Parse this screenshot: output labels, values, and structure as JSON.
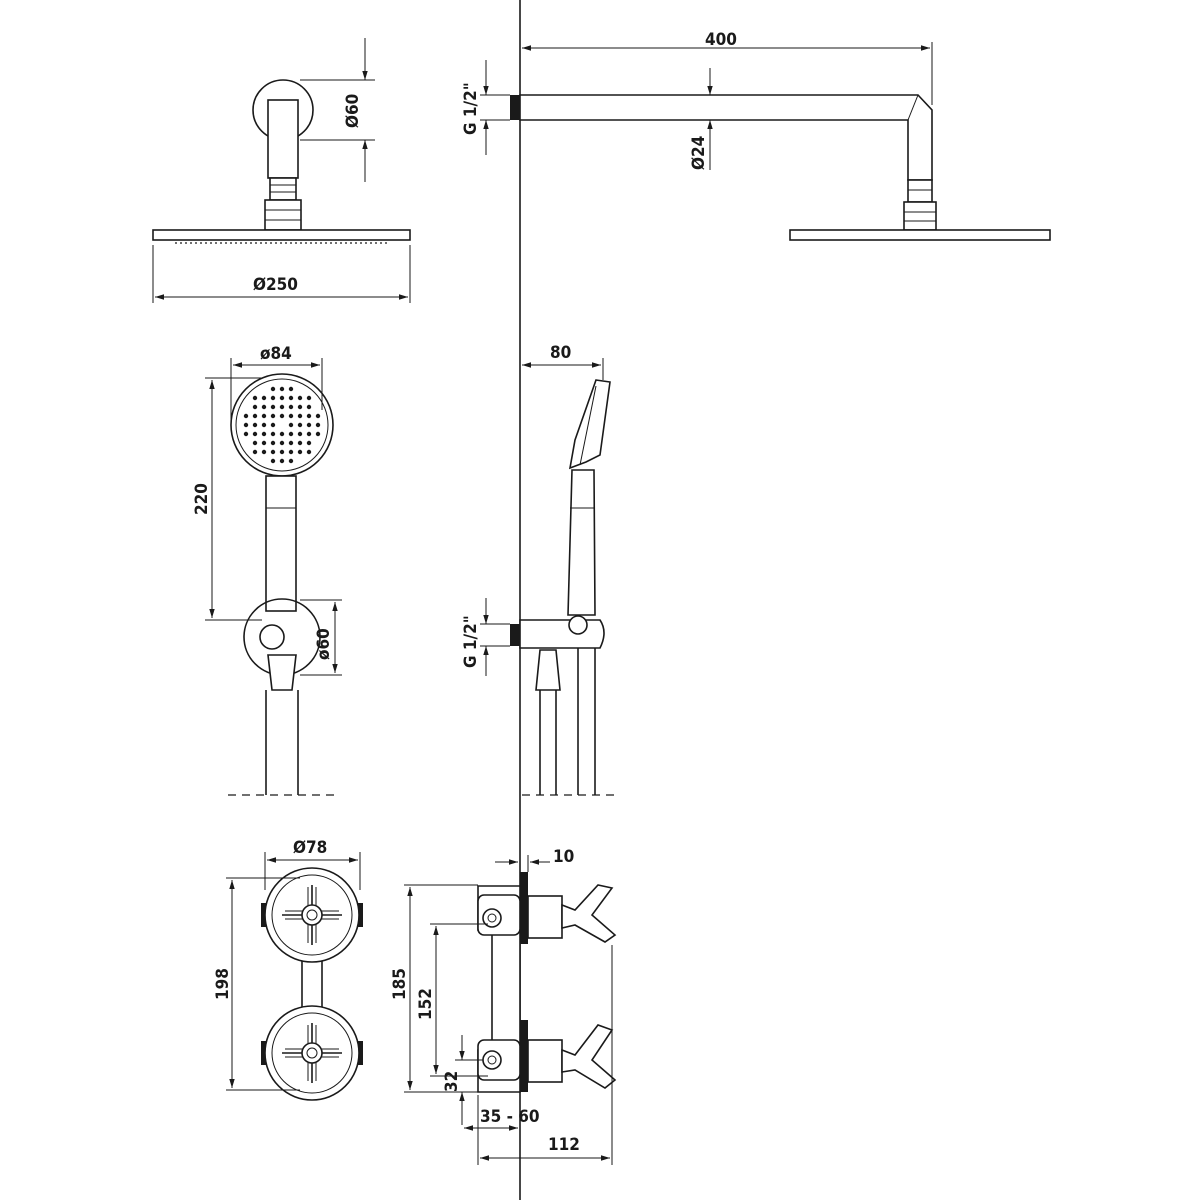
{
  "title": "Shower set technical drawing",
  "dimensions": {
    "arm_length": "400",
    "arm_thread": "G 1/2\"",
    "arm_diameter": "Ø24",
    "arm_flange_diameter": "Ø60",
    "head_diameter": "Ø250",
    "hand_head_diameter": "ø84",
    "hand_projection": "80",
    "hand_length": "220",
    "holder_diameter": "ø60",
    "holder_thread": "G 1/2\"",
    "handle_diameter": "Ø78",
    "handle_spacing_total": "198",
    "valve_offset": "10",
    "body_height": "185",
    "inlet_spacing": "152",
    "outlet_offset": "32",
    "install_depth": "35 - 60",
    "total_depth": "112"
  }
}
